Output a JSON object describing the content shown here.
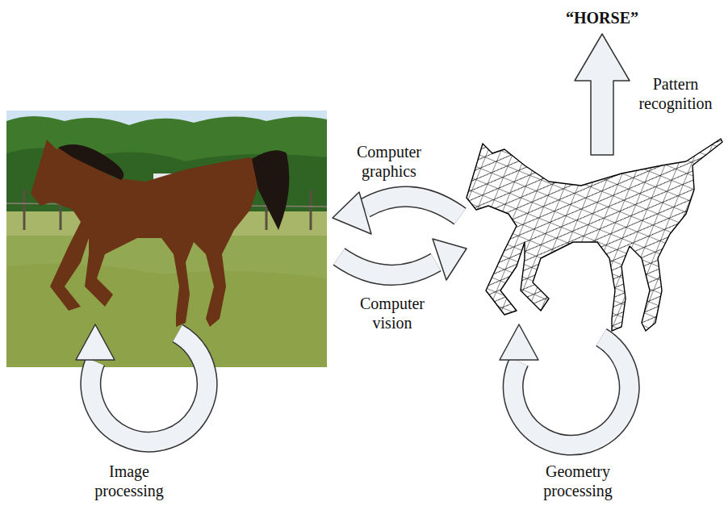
{
  "diagram": {
    "labels": [
      "“HORSE”",
      "Pattern recognition",
      "Computer graphics",
      "Computer vision",
      "Image processing",
      "Geometry processing"
    ]
  }
}
